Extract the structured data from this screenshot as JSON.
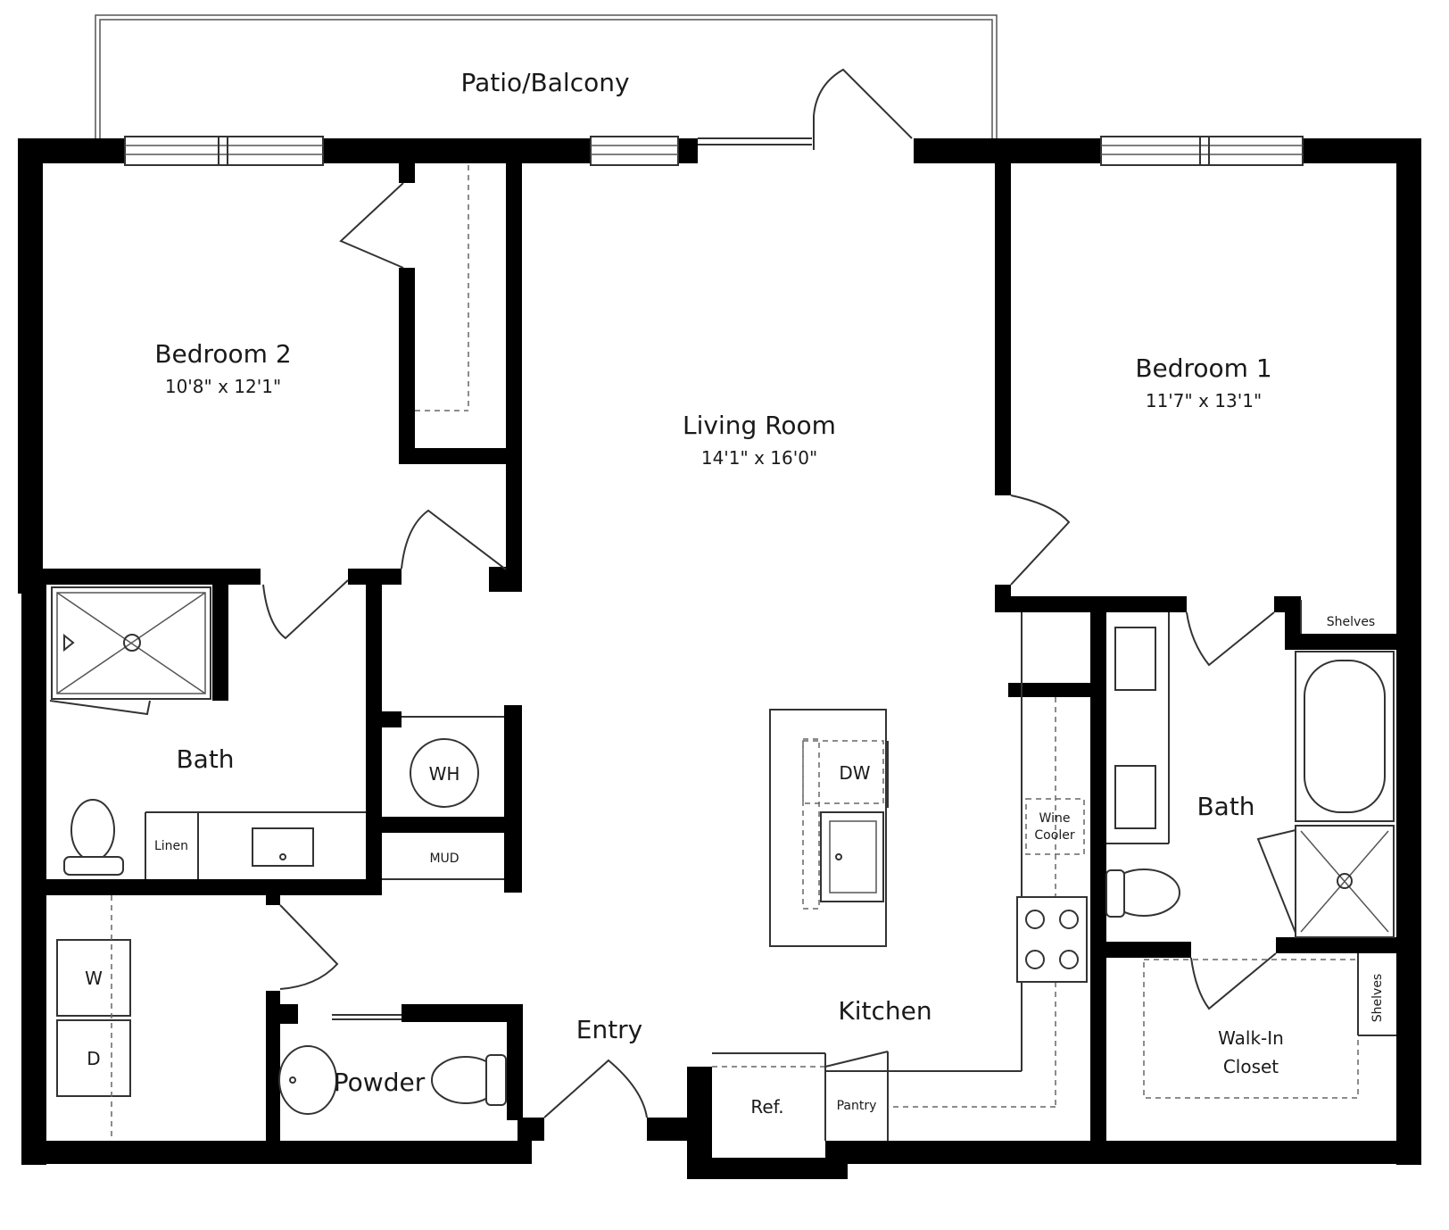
{
  "rooms": {
    "patio": "Patio/Balcony",
    "bedroom2": {
      "name": "Bedroom 2",
      "dim": "10'8\" x 12'1\""
    },
    "living": {
      "name": "Living Room",
      "dim": "14'1\" x 16'0\""
    },
    "bedroom1": {
      "name": "Bedroom 1",
      "dim": "11'7\" x 13'1\""
    },
    "bath2": "Bath",
    "bath1": "Bath",
    "kitchen": "Kitchen",
    "entry": "Entry",
    "powder": "Powder",
    "closet": [
      "Walk-In",
      "Closet"
    ]
  },
  "fixtures": {
    "wh": "WH",
    "mud": "MUD",
    "linen": "Linen",
    "dw": "DW",
    "wine": [
      "Wine",
      "Cooler"
    ],
    "ref": "Ref.",
    "pantry": "Pantry",
    "shelves_top": "Shelves",
    "shelves_side": "Shelves",
    "washer": "W",
    "dryer": "D"
  }
}
